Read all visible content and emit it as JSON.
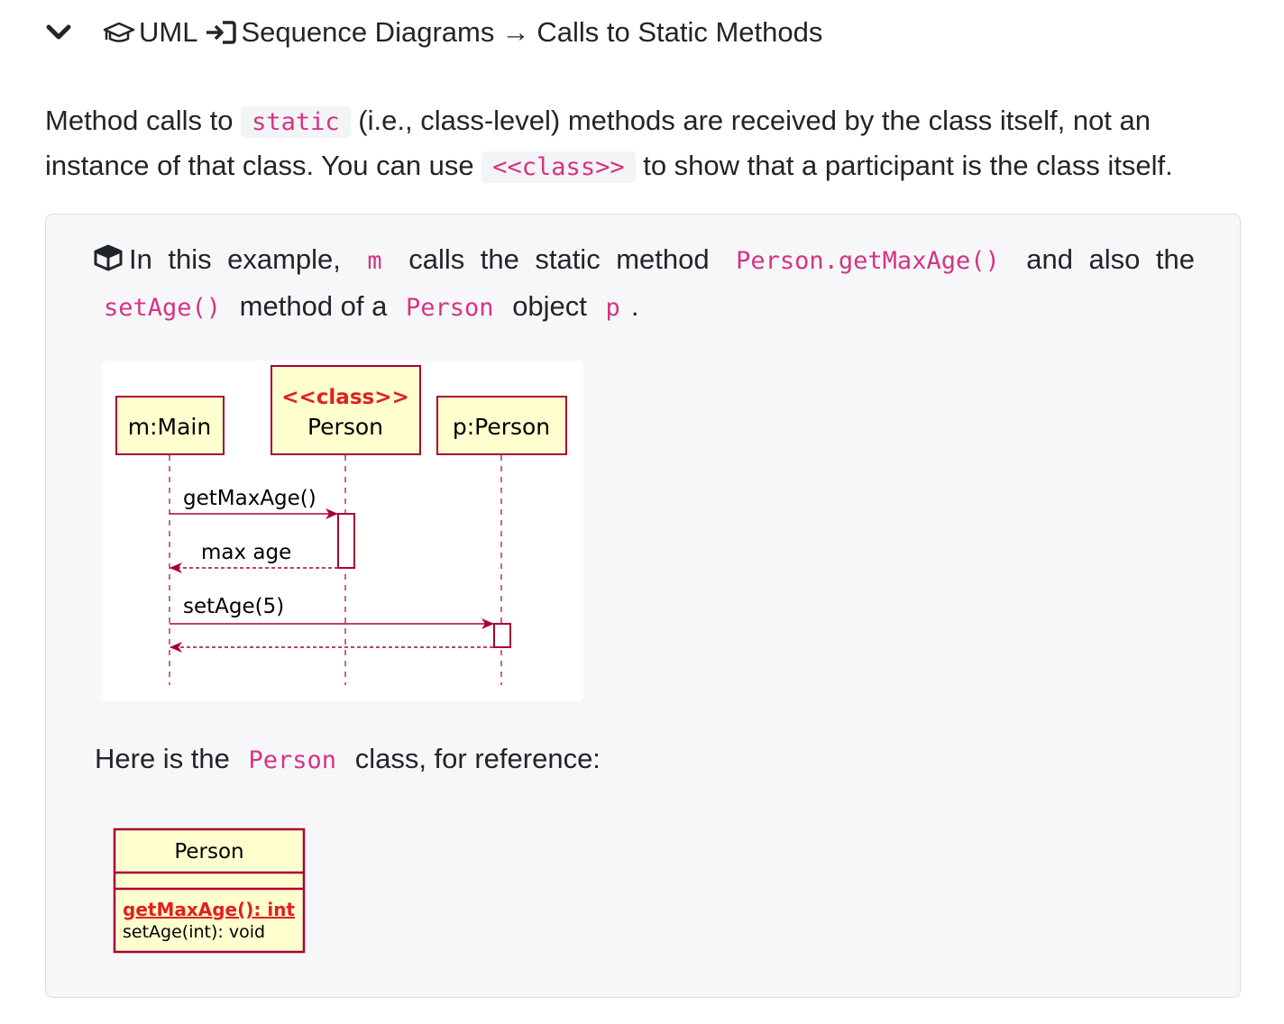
{
  "breadcrumb": {
    "part1": "UML",
    "part2": "Sequence Diagrams",
    "arrow": "→",
    "part3": "Calls to Static Methods"
  },
  "intro": {
    "t1": "Method calls to",
    "code1": "static",
    "t2": "(i.e., class-level) methods are received by the class itself, not an instance of that class. You can use",
    "code2": "<<class>>",
    "t3": "to show that a participant is the class itself."
  },
  "example": {
    "t1": "In this example,",
    "c1": "m",
    "t2": "calls the static method",
    "c2": "Person.getMaxAge()",
    "t3": "and also the",
    "c3": "setAge()",
    "t4": "method of a",
    "c4": "Person",
    "t5": "object",
    "c5": "p",
    "t6": "."
  },
  "sequence_diagram": {
    "participant_main": "m:Main",
    "participant_class_stereotype": "<<class>>",
    "participant_class_name": "Person",
    "participant_obj": "p:Person",
    "msg1": "getMaxAge()",
    "ret1": "max age",
    "msg2": "setAge(5)"
  },
  "reference": {
    "t1": "Here is the",
    "c1": "Person",
    "t2": "class, for reference:"
  },
  "class_diagram": {
    "name": "Person",
    "op1": "getMaxAge(): int",
    "op2": "setAge(int): void"
  },
  "colors": {
    "code": "#d63384",
    "uml_fill": "#fefece",
    "uml_border": "#a80036",
    "stereotype": "#e02020"
  }
}
